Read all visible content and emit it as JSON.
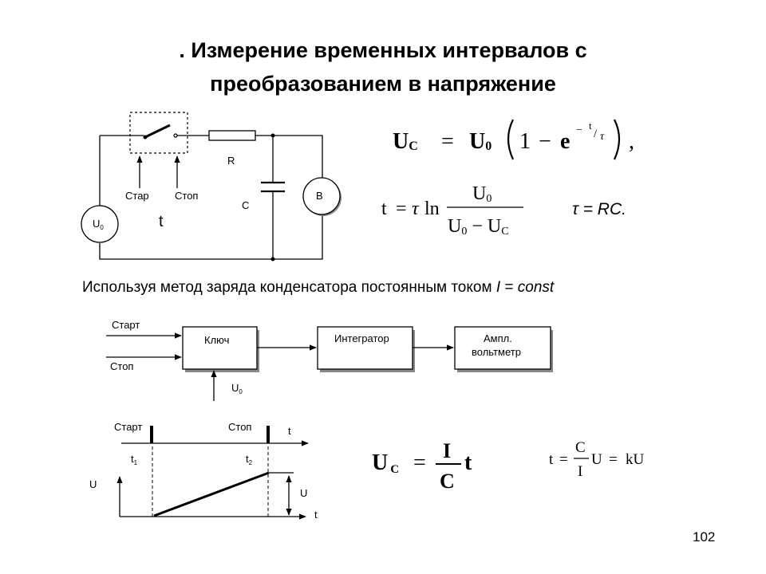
{
  "slide": {
    "title_line1": ". Измерение временных интервалов с",
    "title_line2": "преобразованием в напряжение",
    "page_number": "102"
  },
  "circuit": {
    "resistor_label": "R",
    "capacitor_label": "C",
    "start_label": "Стар",
    "stop_label": "Стоп",
    "t_label": "t",
    "source_label": "U",
    "source_sub": "0",
    "meter_label": "В"
  },
  "formulas": {
    "uc_main": {
      "U": "U",
      "C": "C",
      "eq": "=",
      "U0": "U",
      "U0_sub": "0",
      "one": "1",
      "minus": "−",
      "e": "e",
      "exp_minus": "−",
      "exp_t": "t",
      "exp_slash": "/",
      "exp_tau": "τ",
      "comma": ","
    },
    "t_ln": {
      "t": "t",
      "eq": "=",
      "tau": "τ",
      "ln": "ln",
      "num": "U",
      "num_sub": "0",
      "den_a": "U",
      "den_a_sub": "0",
      "den_minus": "−",
      "den_b": "U",
      "den_b_sub": "C"
    },
    "tau_rc": "τ = RC.",
    "uc_ct": {
      "U": "U",
      "C": "C",
      "eq": "=",
      "num": "I",
      "den": "C",
      "t": "t"
    },
    "t_cu": {
      "t": "t",
      "eq1": "=",
      "num": "C",
      "den": "I",
      "U": "U",
      "eq2": "=",
      "kU": "kU"
    }
  },
  "method": {
    "text": "Используя метод заряда конденсатора постоянным током",
    "current_symbol": "I",
    "eq": " = ",
    "const": "const"
  },
  "block_diagram": {
    "start_label": "Старт",
    "stop_label": "Стоп",
    "key_label": "Ключ",
    "integrator_label": "Интегратор",
    "voltmeter_line1": "Ампл.",
    "voltmeter_line2": "вольтметр",
    "u0_label": "U",
    "u0_sub": "0"
  },
  "timing": {
    "start_label": "Старт",
    "stop_label": "Стоп",
    "t_axis_label": "t",
    "t1": "t",
    "t1_sub": "1",
    "t2": "t",
    "t2_sub": "2",
    "u_axis_label": "U",
    "u_value_label": "U",
    "t_bottom_label": "t"
  }
}
